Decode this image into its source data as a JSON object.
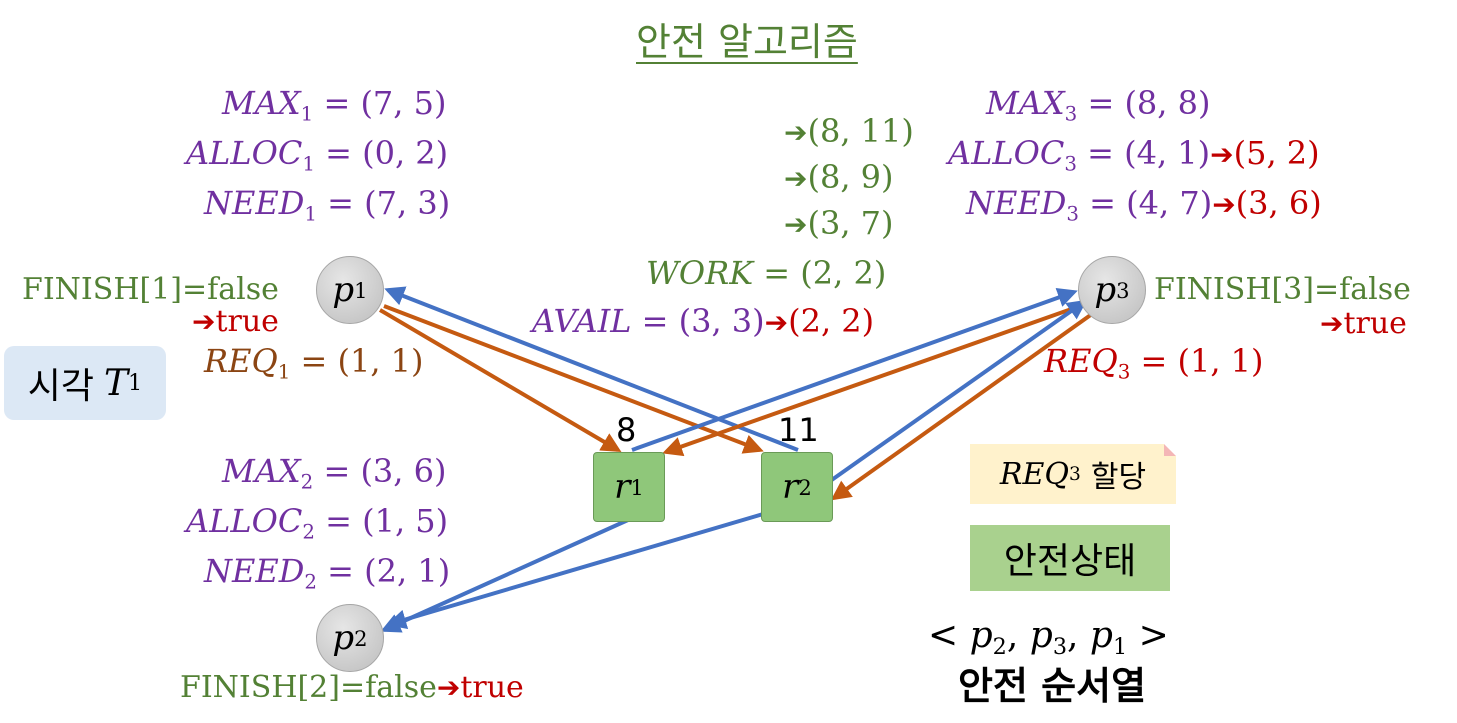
{
  "title": "안전 알고리즘",
  "process1": {
    "max": "MAX",
    "max_sub": "1",
    "max_val": " = (7, 5)",
    "alloc": "ALLOC",
    "alloc_sub": "1",
    "alloc_val": " = (0, 2)",
    "need": "NEED",
    "need_sub": "1",
    "need_val": " = (7, 3)",
    "finish": "FINISH[1]=false",
    "finish_new": "true",
    "req": "REQ",
    "req_sub": "1",
    "req_val": " = (1, 1)",
    "node_label": "p",
    "node_sub": "1"
  },
  "process2": {
    "max": "MAX",
    "max_sub": "2",
    "max_val": " = (3, 6)",
    "alloc": "ALLOC",
    "alloc_sub": "2",
    "alloc_val": " = (1, 5)",
    "need": "NEED",
    "need_sub": "2",
    "need_val": " = (2, 1)",
    "finish": "FINISH[2]=false",
    "finish_new": "true",
    "node_label": "p",
    "node_sub": "2"
  },
  "process3": {
    "max": "MAX",
    "max_sub": "3",
    "max_val": " = (8, 8)",
    "alloc": "ALLOC",
    "alloc_sub": "3",
    "alloc_val": " = (4, 1)",
    "alloc_new": "(5, 2)",
    "need": "NEED",
    "need_sub": "3",
    "need_val": " = (4, 7)",
    "need_new": "(3, 6)",
    "finish": "FINISH[3]=false",
    "finish_new": "true",
    "req": "REQ",
    "req_sub": "3",
    "req_val": " = (1, 1)",
    "node_label": "p",
    "node_sub": "3"
  },
  "work": {
    "steps": [
      "(8, 11)",
      "(8, 9)",
      "(3, 7)"
    ],
    "work_label": "WORK",
    "work_val": " = (2, 2)",
    "avail_label": "AVAIL",
    "avail_val": " = (3, 3)",
    "avail_new": "(2, 2)"
  },
  "resources": {
    "r1": {
      "label": "r",
      "sub": "1",
      "count": "8"
    },
    "r2": {
      "label": "r",
      "sub": "2",
      "count": "11"
    }
  },
  "time_box": {
    "label": "시각",
    "var": "T",
    "sub": "1"
  },
  "req_box": {
    "var": "REQ",
    "sub": "3",
    "label": "할당"
  },
  "safe_box": {
    "label": "안전상태"
  },
  "sequence": {
    "open": "<",
    "items": [
      {
        "var": "p",
        "sub": "2"
      },
      {
        "var": "p",
        "sub": "3"
      },
      {
        "var": "p",
        "sub": "1"
      }
    ],
    "close": ">",
    "label": "안전 순서열"
  },
  "icons": {
    "step_arrow": "arrow-right-icon"
  },
  "colors": {
    "purple": "#7030a0",
    "brown": "#8b4513",
    "green": "#538135",
    "red": "#c00000",
    "edge_blue": "#4472c4",
    "edge_orange": "#c55a11",
    "resource_fill": "#8fc77a",
    "process_fill": "#bdbdbd"
  }
}
